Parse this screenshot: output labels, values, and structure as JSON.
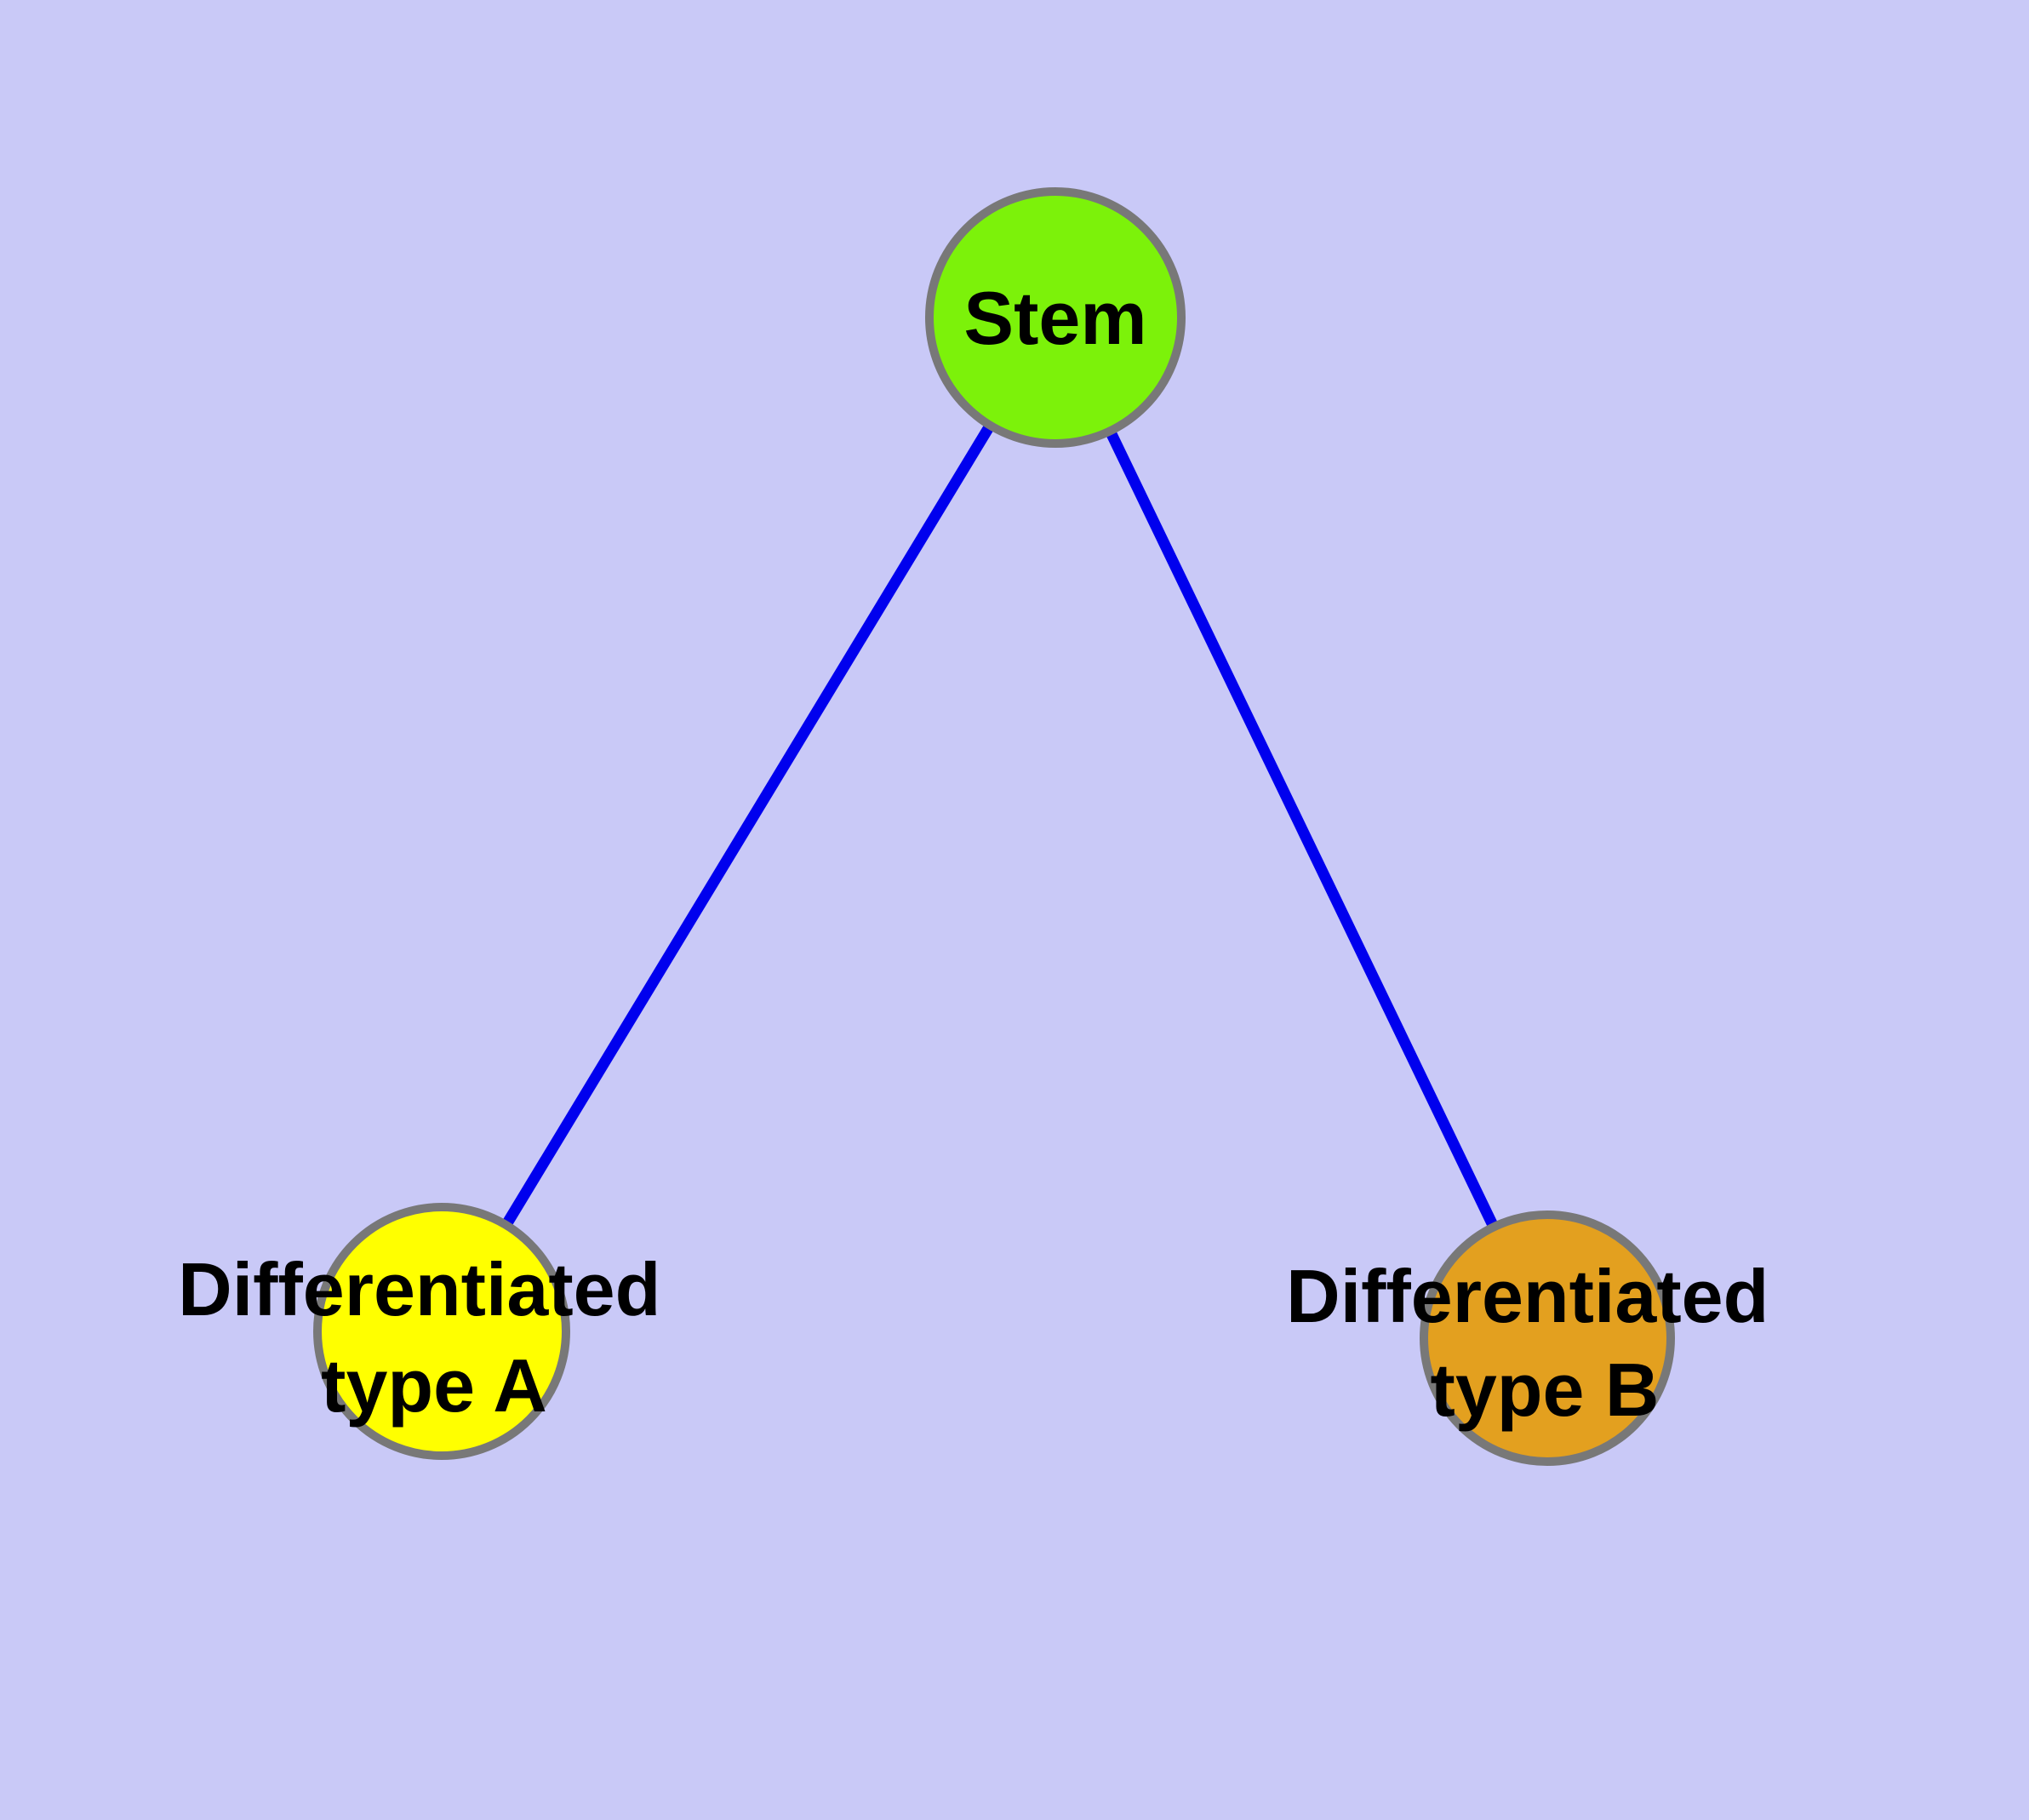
{
  "canvas": {
    "background": "#C9C9F7"
  },
  "diagram": {
    "edge_color": "#0000EE",
    "node_border_color": "#787878",
    "label_color": "#000000",
    "nodes": {
      "stem": {
        "label": "Stem",
        "fill": "#7CF20A"
      },
      "type_a": {
        "label_line1": "Differentiated",
        "label_line2": "type A",
        "label_full": "Differentiated type A",
        "fill": "#FFFF00"
      },
      "type_b": {
        "label_line1": "Differentiated",
        "label_line2": "type B",
        "label_full": "Differentiated type B",
        "fill": "#E3A01F"
      }
    },
    "edges": [
      {
        "from": "Stem",
        "to": "Differentiated type A"
      },
      {
        "from": "Stem",
        "to": "Differentiated type B"
      }
    ]
  }
}
